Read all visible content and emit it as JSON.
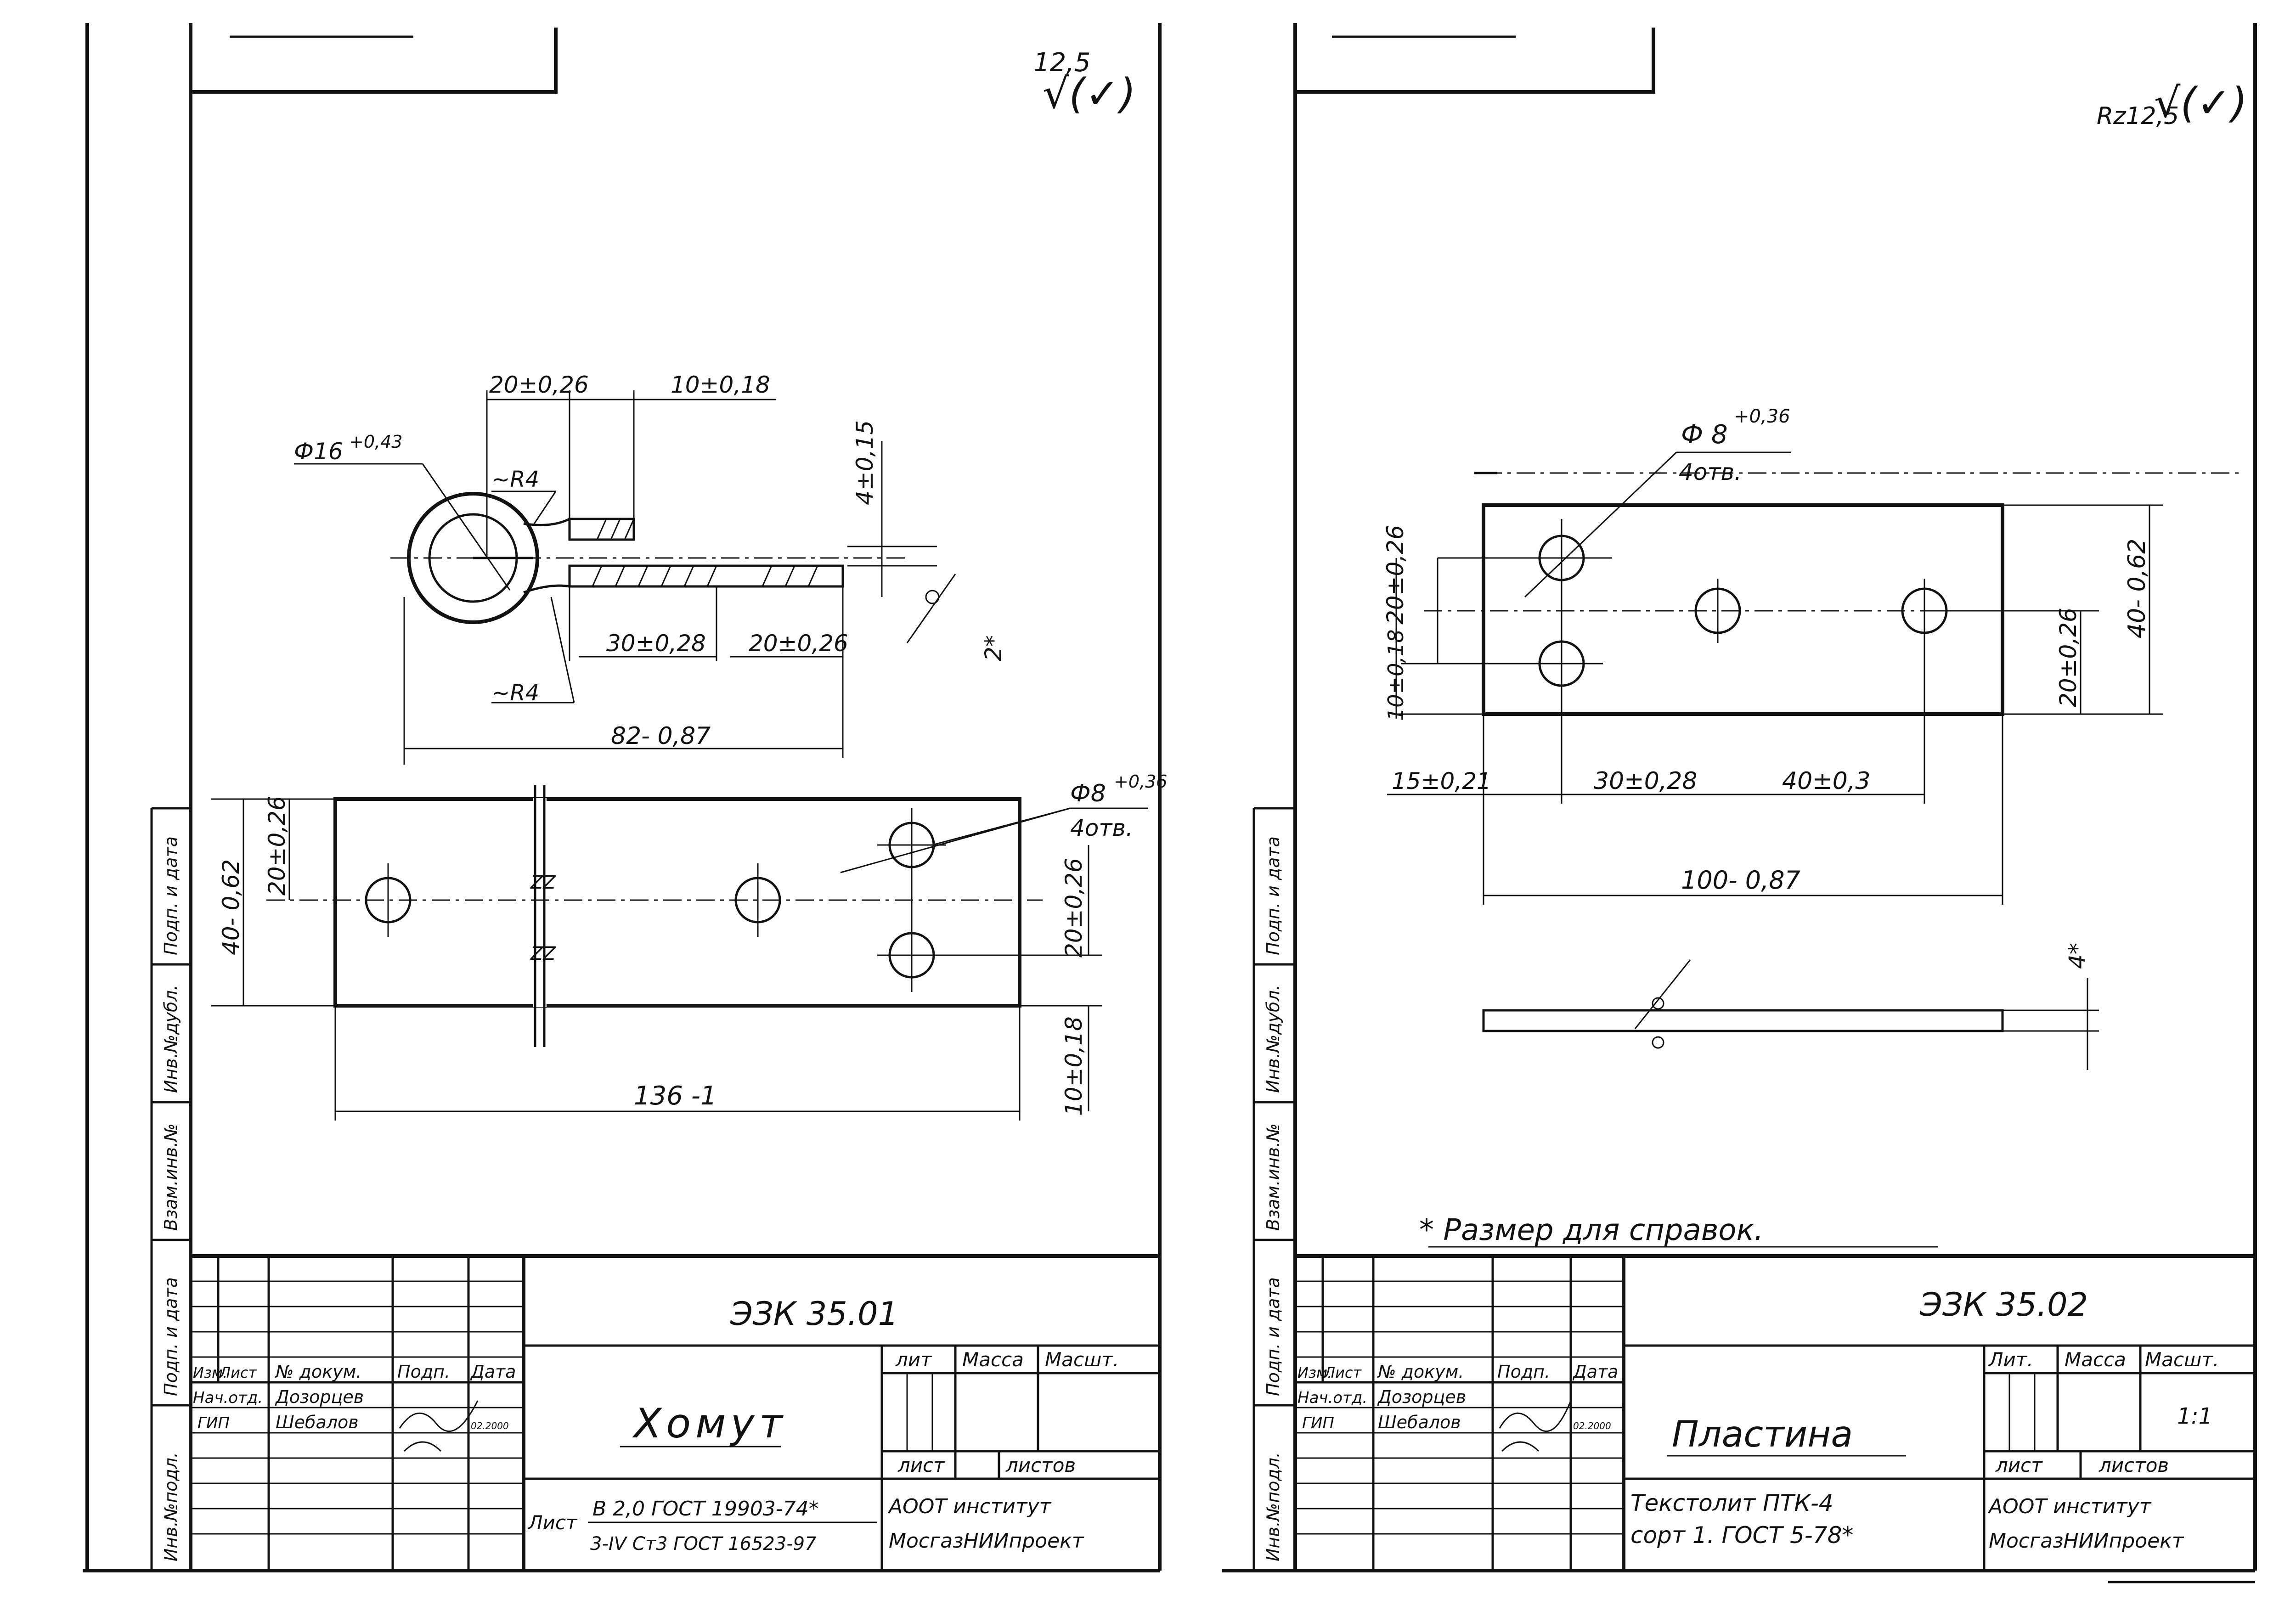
{
  "left_sheet": {
    "roughness": "12,5",
    "roughness_mark": "√(✓)",
    "dims": {
      "ring_diameter": "Ф16",
      "ring_tol": "+0,43",
      "r_top": "~R4",
      "r_bottom": "~R4",
      "top_20": "20±0,26",
      "top_10": "10±0,18",
      "thickness": "4±0,15",
      "side_2": "2*",
      "d_30": "30±0,28",
      "d_20": "20±0,26",
      "len_82": "82- 0,87",
      "hole_dia": "Ф8",
      "hole_tol": "+0,36",
      "hole_count": "4отв.",
      "h_40": "40- 0,62",
      "h_20": "20±0,26",
      "r_20": "20±0,26",
      "r_10": "10±0,18",
      "len_136": "136 -1",
      "break_mark": "ZZ"
    },
    "side_strip": [
      "Инв.№подл.",
      "Подп. и дата",
      "Взам.инв.№",
      "Инв.№дубл.",
      "Подп. и дата"
    ],
    "title_block": {
      "code": "ЭЗК 35.01",
      "name": "Хомут",
      "material_1": "В 2,0 ГОСТ 19903-74*",
      "material_2": "3-IV Ст3 ГОСТ 16523-97",
      "sheet_word": "Лист",
      "headers": [
        "Изм.",
        "Лист",
        "№ докум.",
        "Подп.",
        "Дата"
      ],
      "role_1": "Нач.отд.",
      "person_1": "Дозорцев",
      "role_2": "ГИП",
      "person_2": "Шебалов",
      "date": "02.2000",
      "lit": "лит",
      "mass": "Масса",
      "scale": "Масшт.",
      "sheet": "лист",
      "sheets": "листов",
      "org_1": "АООТ институт",
      "org_2": "МосгазНИИпроект"
    }
  },
  "right_sheet": {
    "roughness": "Rz12,5",
    "roughness_mark": "√(✓)",
    "dims": {
      "hole_dia": "Ф 8",
      "hole_tol": "+0,36",
      "hole_count": "4отв.",
      "v_20": "20±0,26",
      "v_10": "10±0,18",
      "h_40": "40- 0,62",
      "r_20": "20±0,26",
      "d_15": "15±0,21",
      "d_30": "30±0,28",
      "d_40": "40±0,3",
      "len_100": "100- 0,87",
      "thick": "4*"
    },
    "note": "* Размер для справок.",
    "side_strip": [
      "Инв.№подл.",
      "Подп. и дата",
      "Взам.инв.№",
      "Инв.№дубл.",
      "Подп. и дата"
    ],
    "title_block": {
      "code": "ЭЗК 35.02",
      "name": "Пластина",
      "material_1": "Текстолит ПТК-4",
      "material_2": "сорт 1. ГОСТ 5-78*",
      "headers": [
        "Изм.",
        "Лист",
        "№ докум.",
        "Подп.",
        "Дата"
      ],
      "role_1": "Нач.отд.",
      "person_1": "Дозорцев",
      "role_2": "ГИП",
      "person_2": "Шебалов",
      "date": "02.2000",
      "lit": "Лит.",
      "mass": "Масса",
      "scale": "Масшт.",
      "scale_value": "1:1",
      "sheet": "лист",
      "sheets": "листов",
      "org_1": "АООТ институт",
      "org_2": "МосгазНИИпроект"
    }
  }
}
